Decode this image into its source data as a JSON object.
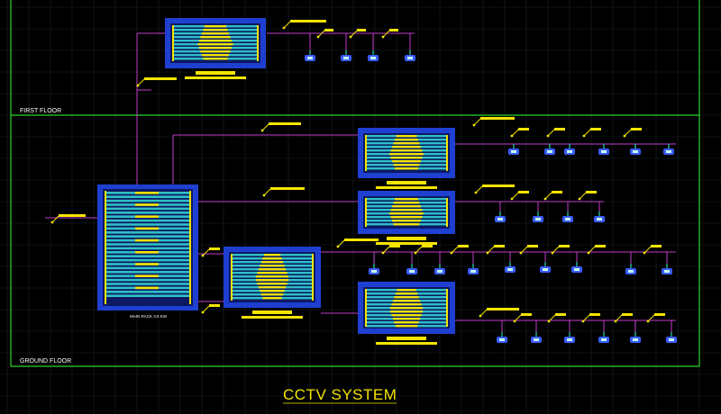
{
  "title": "CCTV SYSTEM",
  "floors": {
    "first_floor": "FIRST FLOOR",
    "ground_floor": "GROUND FLOOR"
  },
  "main_rack_label": "MAIN RACK 3.5 KW",
  "colors": {
    "background": "#000000",
    "grid": "#1b2126",
    "floor_border": "#2bd62b",
    "wire": "#c13ccc",
    "panel_frame": "#1f3fd1",
    "panel_fill": "#2fc0c4",
    "label_tag": "#f5e400",
    "camera": "#3a5cff",
    "title": "#f5e400"
  },
  "icons": {
    "camera": "cctv-camera-icon",
    "label": "tag-label-icon"
  }
}
